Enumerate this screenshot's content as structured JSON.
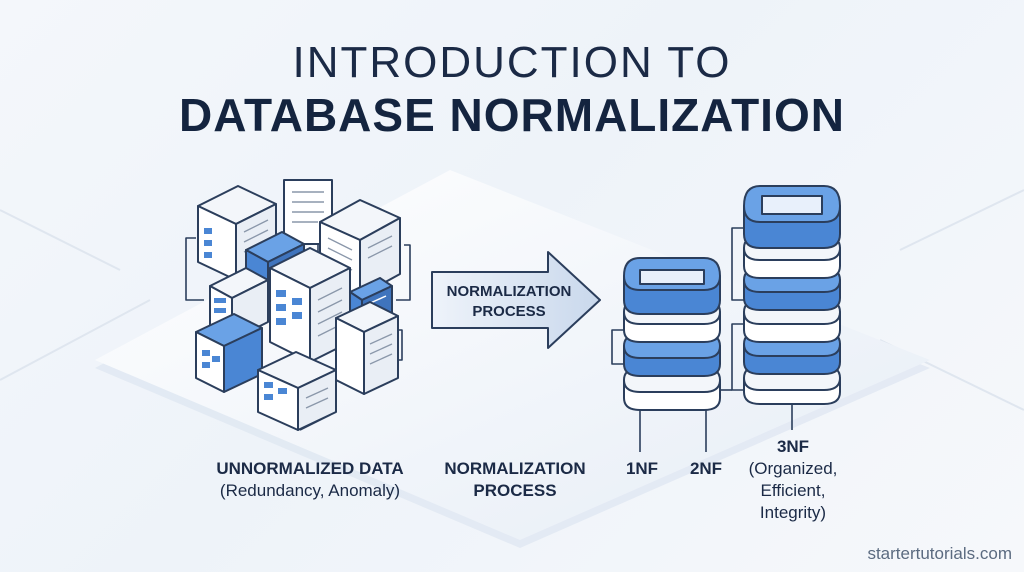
{
  "title": {
    "line1": "INTRODUCTION TO",
    "line2": "DATABASE NORMALIZATION"
  },
  "arrow_label": {
    "line1": "NORMALIZATION",
    "line2": "PROCESS"
  },
  "labels": {
    "unnormalized_title": "UNNORMALIZED DATA",
    "unnormalized_sub": "(Redundancy, Anomaly)",
    "process_line1": "NORMALIZATION",
    "process_line2": "PROCESS",
    "nf1": "1NF",
    "nf2": "2NF",
    "nf3_title": "3NF",
    "nf3_line1": "(Organized,",
    "nf3_line2": "Efficient,",
    "nf3_line3": "Integrity)"
  },
  "watermark": "startertutorials.com",
  "colors": {
    "accent_blue": "#4a86d4",
    "dark_navy": "#14243f",
    "outline": "#2b3e5c"
  }
}
